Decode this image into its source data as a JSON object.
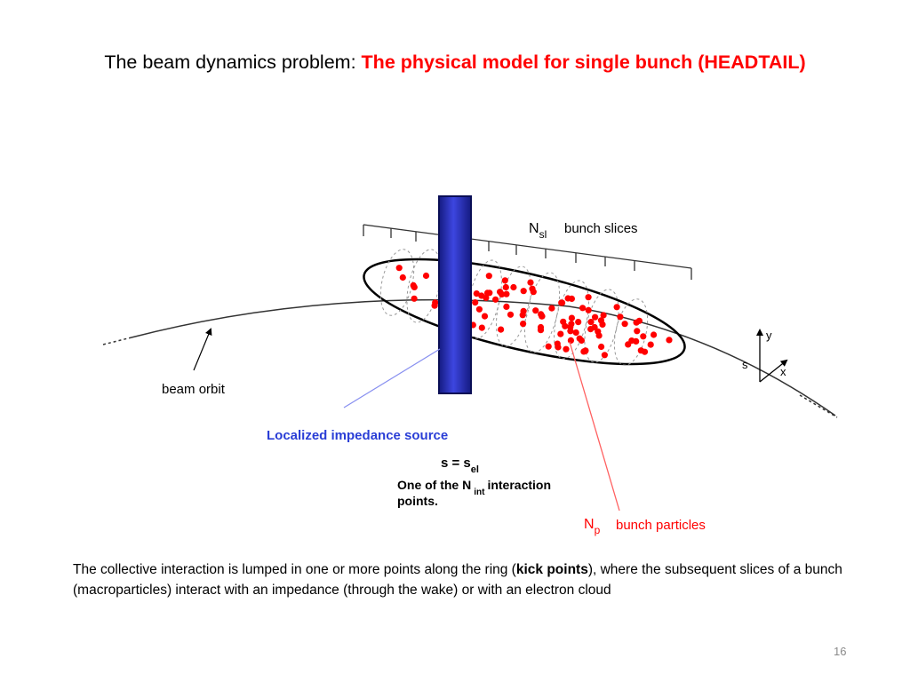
{
  "title": {
    "prefix": "The beam dynamics problem:",
    "highlight": "The physical model for single bunch (HEADTAIL)"
  },
  "diagram": {
    "labels": {
      "n_sl_main": "N",
      "n_sl_sub": "sl",
      "bunch_slices": "bunch slices",
      "beam_orbit": "beam orbit",
      "impedance_source": "Localized impedance source",
      "s_eq": "s = s",
      "s_eq_sub": "el",
      "interaction_line1_a": "One of the N",
      "interaction_line1_sub": "int",
      "interaction_line1_b": "interaction",
      "interaction_line2": "points.",
      "n_p_main": "N",
      "n_p_sub": "p",
      "bunch_particles": "bunch particles",
      "axis_y": "y",
      "axis_x": "x",
      "axis_s": "s"
    },
    "colors": {
      "impedance_bar": "#2a35c8",
      "impedance_label": "#2a3ed6",
      "particles": "#ff0000",
      "particle_pointer": "#ff6060",
      "impedance_pointer": "#8890f0"
    }
  },
  "caption": {
    "part1": "The collective interaction is lumped in one or more points along the ring (",
    "bold": "kick points",
    "part2": "), where the subsequent slices of a bunch (macroparticles) interact with an impedance (through the wake) or with an electron cloud"
  },
  "page_number": "16"
}
